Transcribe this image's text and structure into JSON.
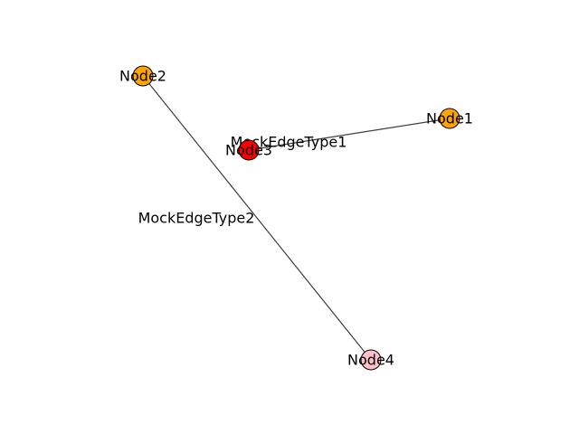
{
  "diagram": {
    "nodes": [
      {
        "id": "n1",
        "label": "Node1",
        "color": "#ffa500"
      },
      {
        "id": "n2",
        "label": "Node2",
        "color": "#ffa500"
      },
      {
        "id": "n3",
        "label": "Node3",
        "color": "#ff0000"
      },
      {
        "id": "n4",
        "label": "Node4",
        "color": "#ffc0cb"
      }
    ],
    "edges": [
      {
        "from": "n3",
        "to": "n1",
        "label": "MockEdgeType1"
      },
      {
        "from": "n2",
        "to": "n4",
        "label": "MockEdgeType2"
      }
    ],
    "edge_color": "#404040",
    "node_outline_color": "#000000"
  }
}
